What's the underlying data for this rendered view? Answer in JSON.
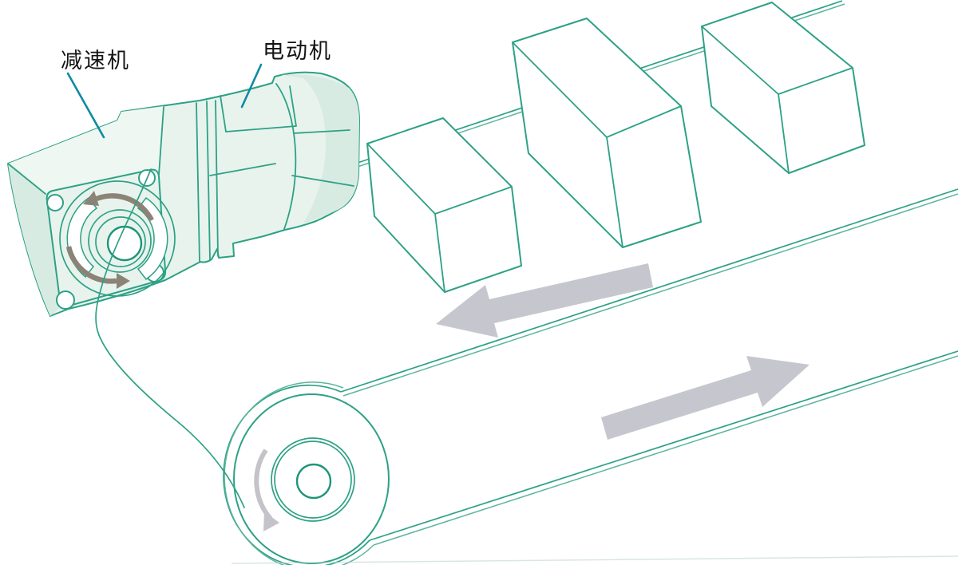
{
  "figure": {
    "type": "technical-illustration",
    "subject": "gearmotor driving a conveyor belt",
    "labels": {
      "reducer": "减速机",
      "motor": "电动机"
    },
    "parts": [
      {
        "name": "gear-reducer",
        "label_key": "reducer"
      },
      {
        "name": "electric-motor",
        "label_key": "motor"
      },
      {
        "name": "conveyor-belt"
      },
      {
        "name": "package-boxes",
        "count": 3
      },
      {
        "name": "drive-roller"
      },
      {
        "name": "belt-direction-arrows",
        "count": 2
      },
      {
        "name": "rotation-direction-arrows",
        "count": 3
      }
    ],
    "colors": {
      "line_teal": "#2da185",
      "line_teal_light": "#5bb59c",
      "line_teal_dark": "#1f9478",
      "leader_line": "#0f8ba1",
      "machine_fill": "#e8f3ed",
      "machine_fill_dark": "#d8ebe2",
      "machine_fill_light": "#eef7f2",
      "arrow_gray": "#c6c7ce",
      "rotation_arrow_gray": "#8c8377",
      "roller_arrow_gray": "#c3c3c9",
      "faint_line": "#b9cfd2",
      "label_text": "#141414"
    }
  }
}
